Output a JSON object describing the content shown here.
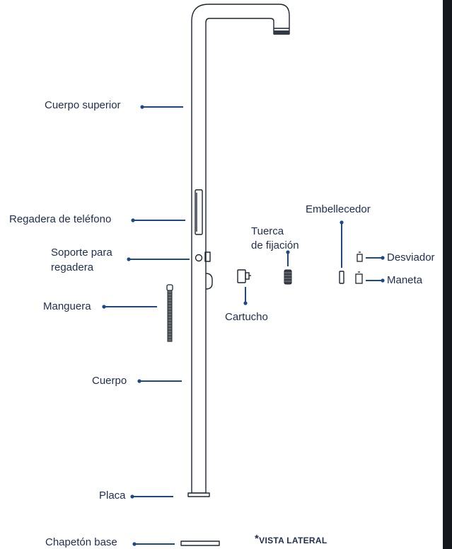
{
  "colors": {
    "leader": "#1c4a86",
    "outline": "#1d2533",
    "text": "#1f2d4d",
    "side_bar": "#14171c"
  },
  "labels": {
    "cuerpo_superior": "Cuerpo superior",
    "regadera_telefono": "Regadera de teléfono",
    "soporte_line1": "Soporte para",
    "soporte_line2": "regadera",
    "manguera": "Manguera",
    "cuerpo": "Cuerpo",
    "placa": "Placa",
    "chapeton_base": "Chapetón base",
    "cartucho": "Cartucho",
    "tuerca_line1": "Tuerca",
    "tuerca_line2": "de fijación",
    "embellecedor": "Embellecedor",
    "desviador": "Desviador",
    "maneta": "Maneta"
  },
  "note": {
    "asterisk": "*",
    "text": "VISTA LATERAL"
  }
}
